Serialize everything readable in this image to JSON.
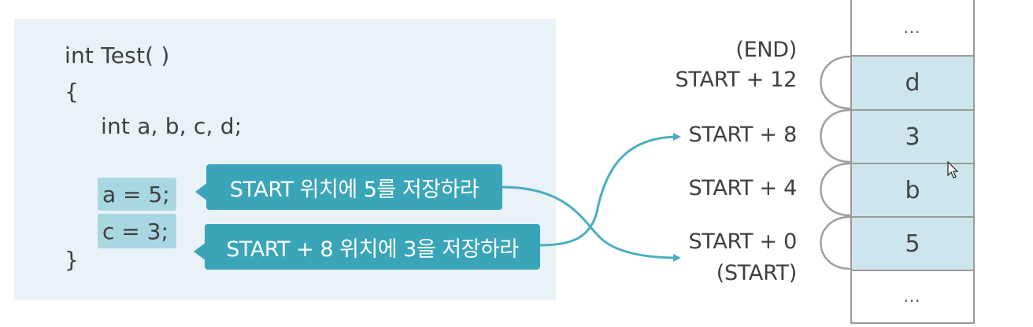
{
  "code": {
    "l1": "int Test( )",
    "l2": "{",
    "l3": "int a, b, c, d;",
    "l4": "a = 5;",
    "l5": "c = 3;",
    "l6": "}"
  },
  "bubbles": {
    "a": "START 위치에 5를 저장하라",
    "c": "START + 8 위치에 3을 저장하라"
  },
  "addresses": {
    "end": "(END)",
    "s12": "START + 12",
    "s8": "START + 8",
    "s4": "START + 4",
    "s0": "START + 0",
    "start": "(START)"
  },
  "memory": {
    "top": "…",
    "d": "d",
    "v3": "3",
    "b": "b",
    "v5": "5",
    "bottom": "…"
  },
  "colors": {
    "panel": "#e9f2f6",
    "highlight": "#a8d6e1",
    "bubble": "#3aa5b8",
    "cell": "#cde6ee",
    "arrow": "#4aaec0"
  }
}
